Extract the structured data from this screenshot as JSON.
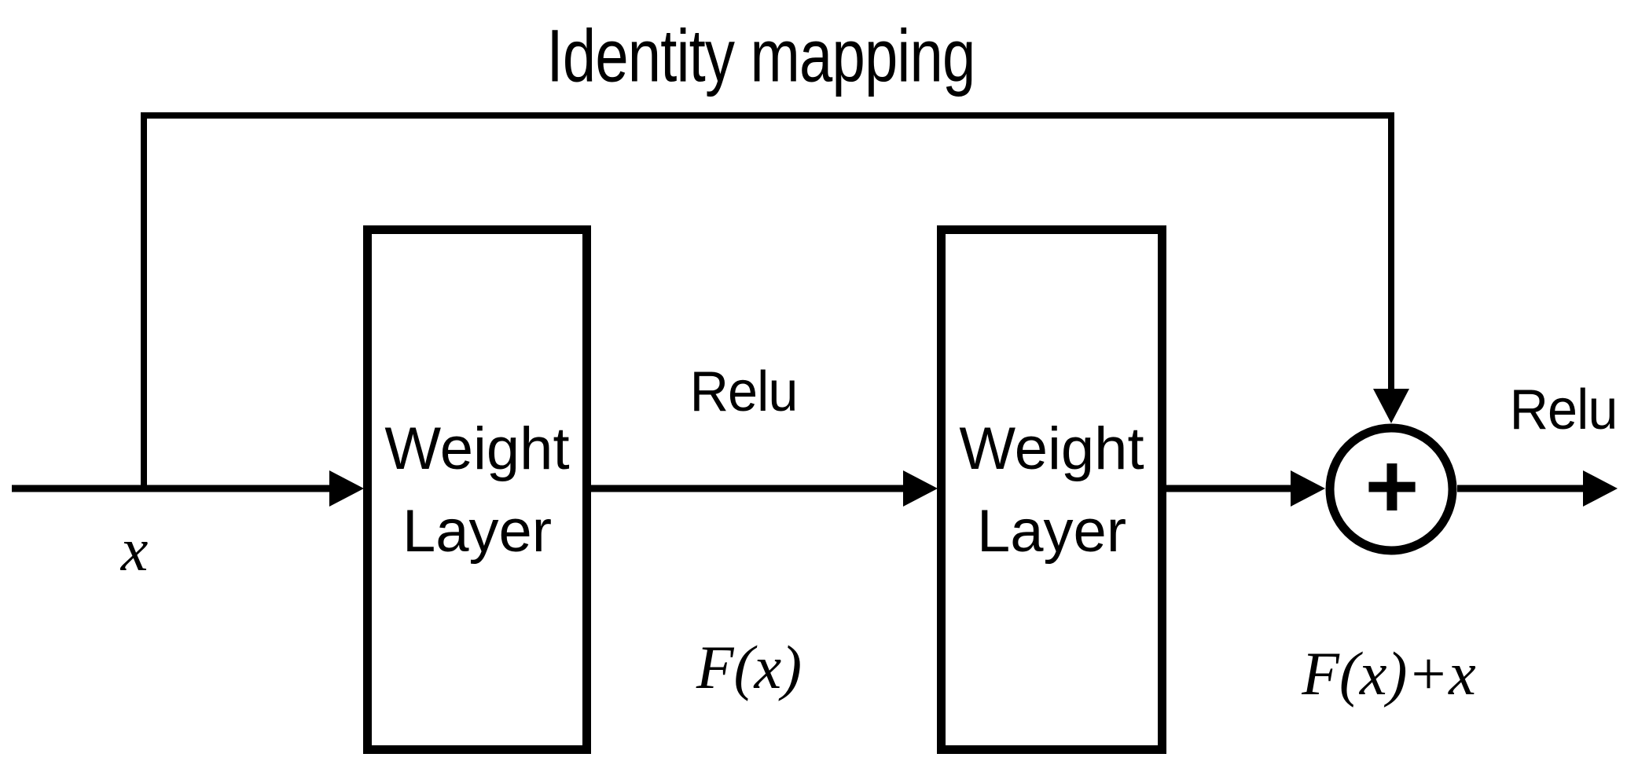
{
  "figure": {
    "title": "Identity mapping",
    "input_label": "x",
    "relu_after_first_layer": "Relu",
    "relu_after_addition": "Relu",
    "residual_function_label": "F(x)",
    "sum_label": "F(x)+x",
    "addition_operator": "+",
    "weight_layers": [
      {
        "line1": "Weight",
        "line2": "Layer"
      },
      {
        "line1": "Weight",
        "line2": "Layer"
      }
    ],
    "colors": {
      "stroke": "#000000",
      "background": "#ffffff",
      "text": "#000000"
    }
  }
}
